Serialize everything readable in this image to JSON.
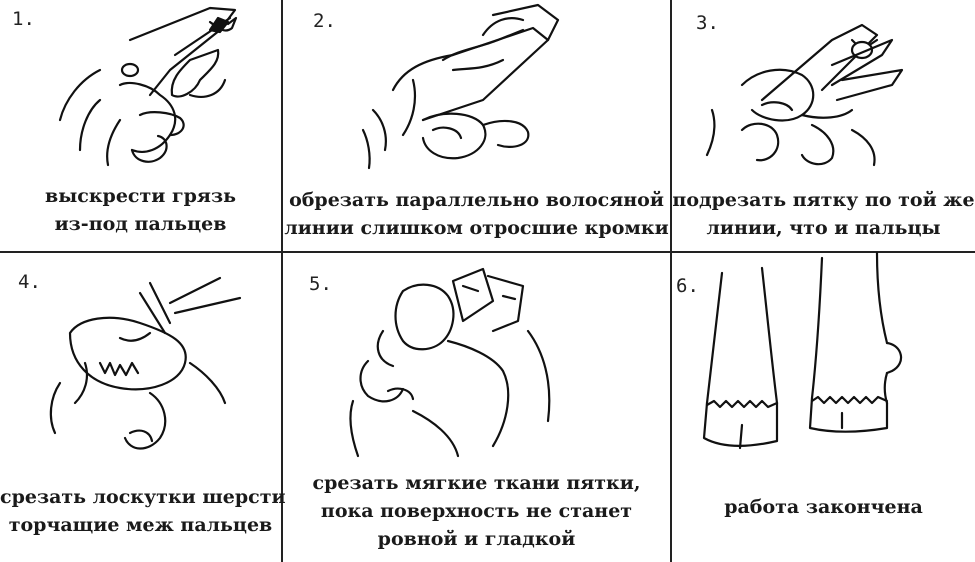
{
  "panels": [
    {
      "number": "1.",
      "caption": [
        "выскрести грязь",
        "из-под пальцев"
      ],
      "illustration": "hand-with-clippers-icon"
    },
    {
      "number": "2.",
      "caption": [
        "обрезать параллельно волосяной",
        "линии слишком отросшие кромки"
      ],
      "illustration": "hand-with-trimmer-icon"
    },
    {
      "number": "3.",
      "caption": [
        "подрезать пятку по той же",
        "линии, что и пальцы"
      ],
      "illustration": "hand-with-knife-icon"
    },
    {
      "number": "4.",
      "caption": [
        "срезать лоскутки шерсти",
        "торчащие меж пальцев"
      ],
      "illustration": "hand-with-scissors-icon"
    },
    {
      "number": "5.",
      "caption": [
        "срезать мягкие ткани пятки,",
        "пока поверхность не станет",
        "ровной и гладкой"
      ],
      "illustration": "hand-holding-hoof-icon"
    },
    {
      "number": "6.",
      "caption": [
        "работа закончена"
      ],
      "illustration": "finished-hooves-icon"
    }
  ]
}
